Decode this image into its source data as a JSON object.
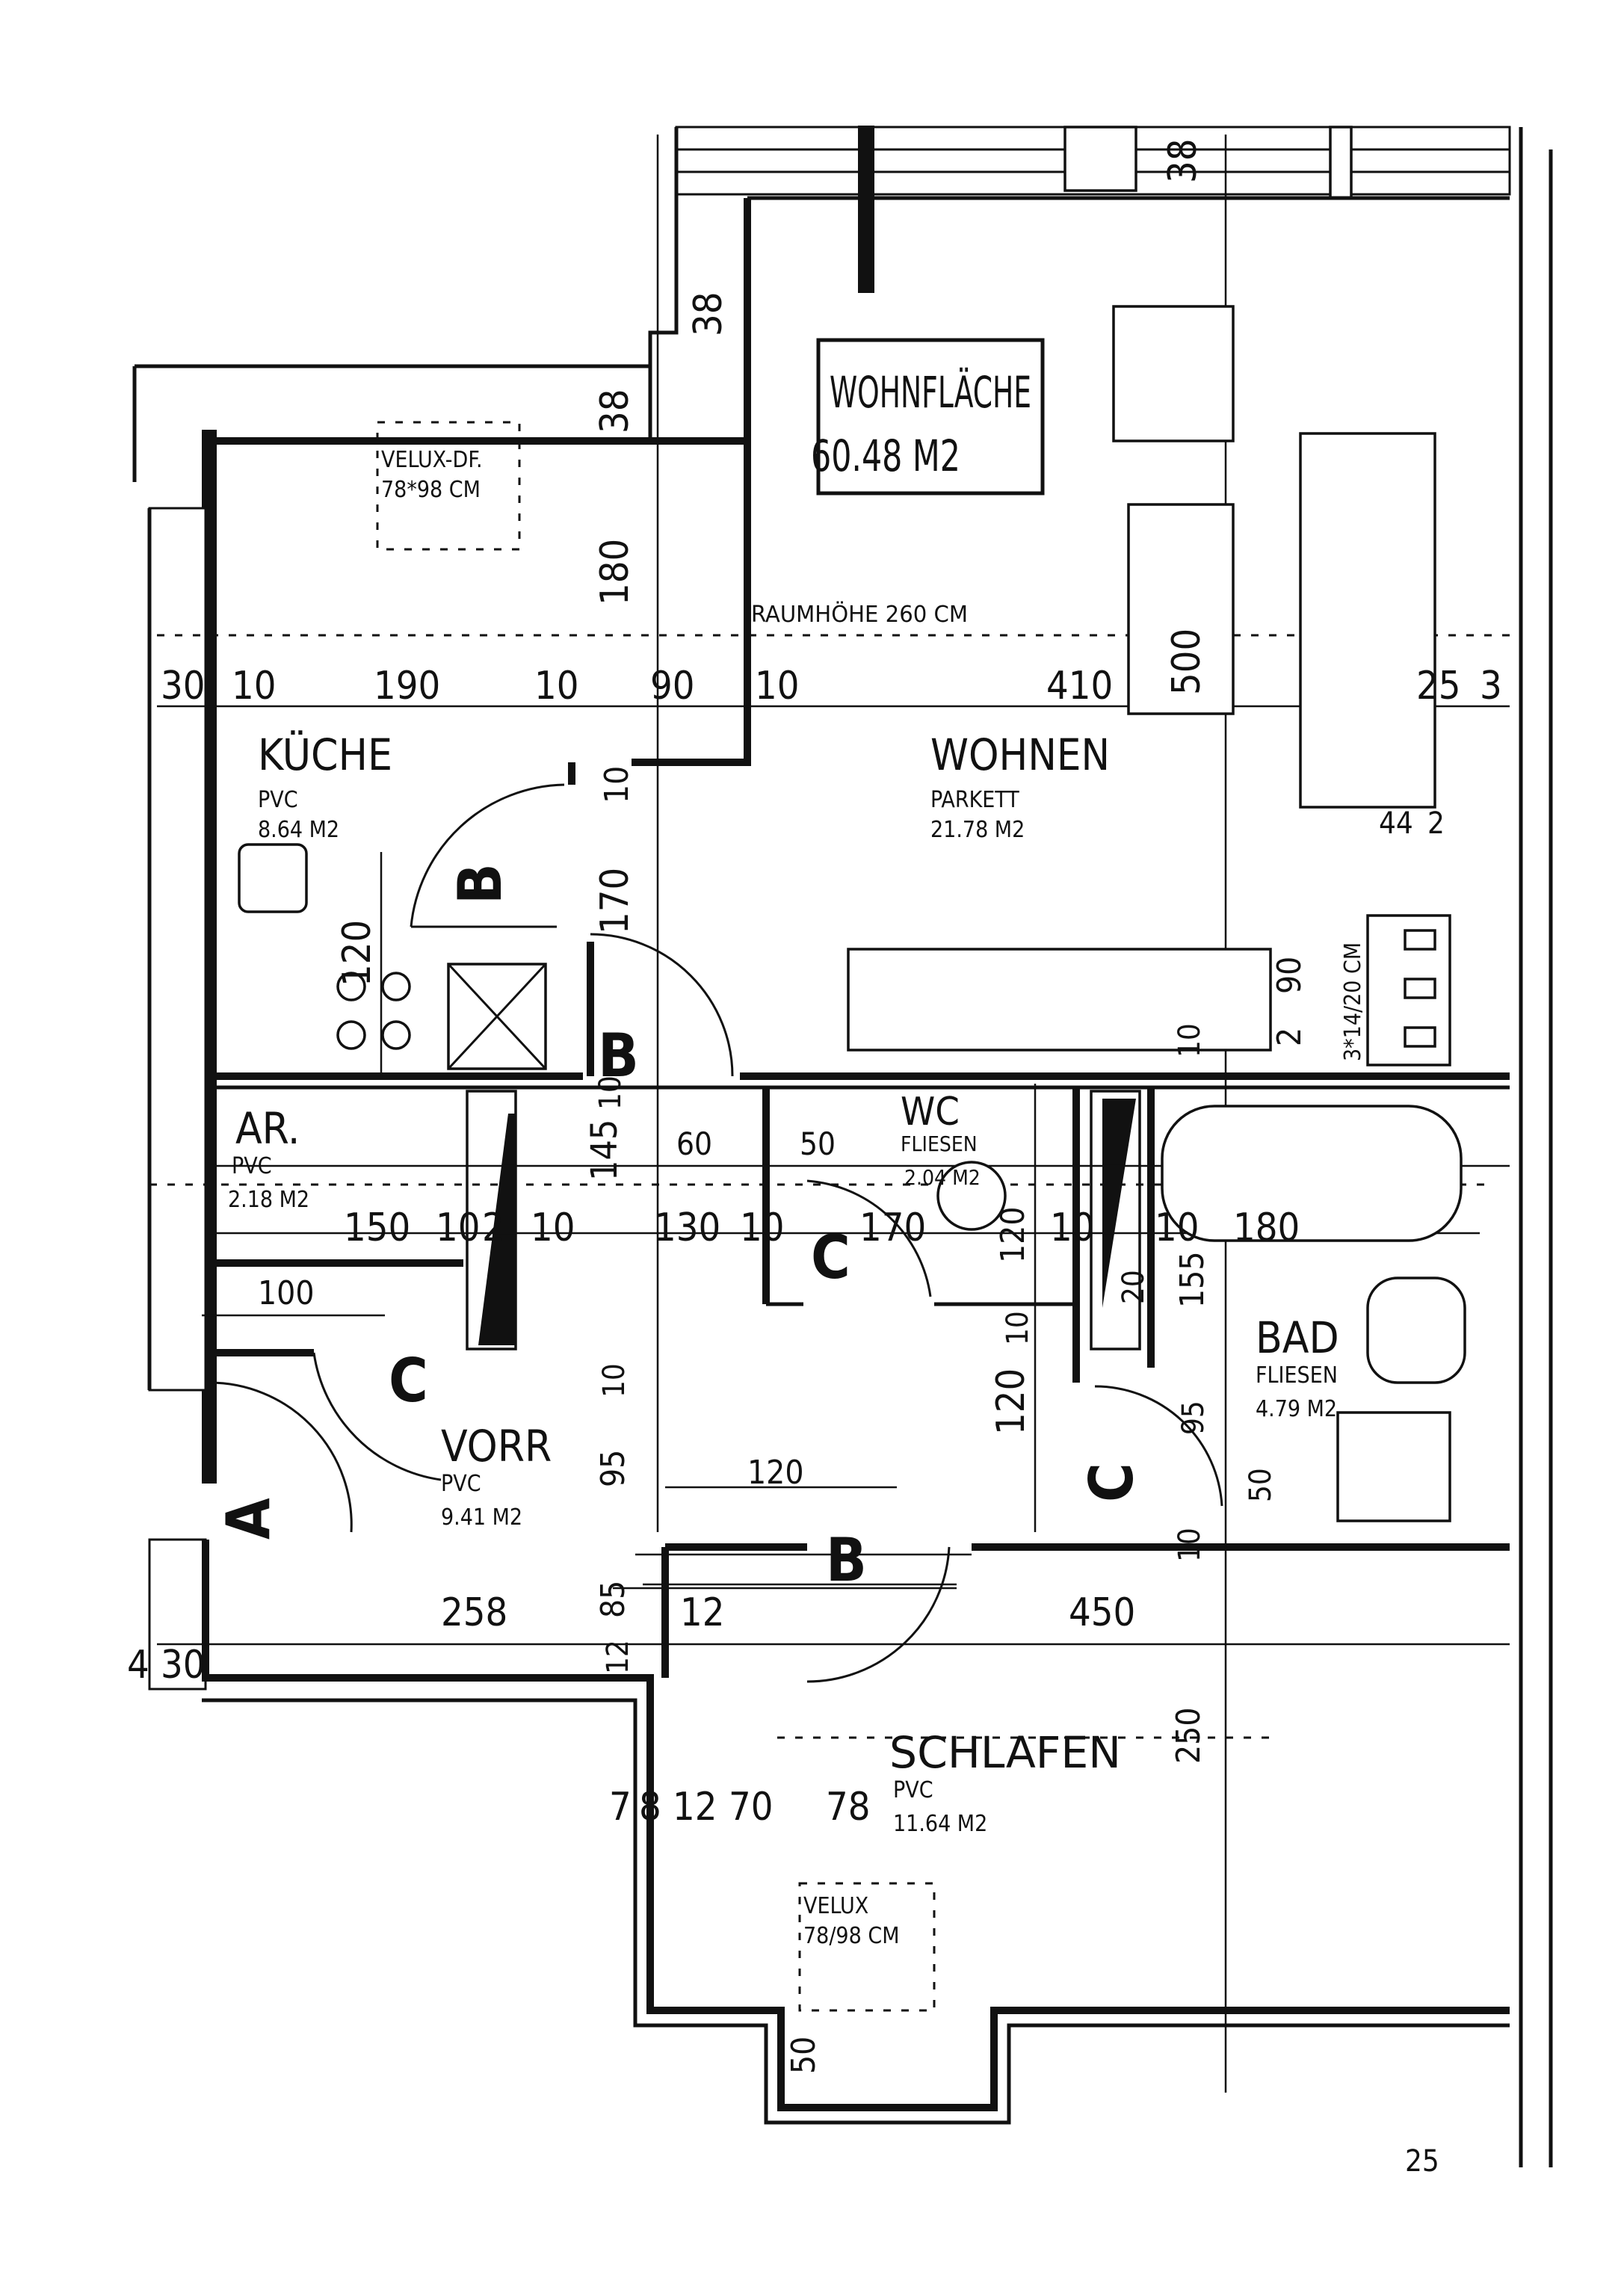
{
  "summary": {
    "area_label": "WOHNFLÄCHE",
    "area_value": "60.48 M2",
    "room_height": "RAUMHÖHE 260 CM"
  },
  "rooms": {
    "kueche": {
      "name": "KÜCHE",
      "floor": "PVC",
      "area": "8.64 M2"
    },
    "wohnen": {
      "name": "WOHNEN",
      "floor": "PARKETT",
      "area": "21.78 M2"
    },
    "ar": {
      "name": "AR.",
      "floor": "PVC",
      "area": "2.18 M2"
    },
    "wc": {
      "name": "WC",
      "floor": "FLIESEN",
      "area": "2.04 M2"
    },
    "bad": {
      "name": "BAD",
      "floor": "FLIESEN",
      "area": "4.79 M2"
    },
    "vorr": {
      "name": "VORR",
      "floor": "PVC",
      "area": "9.41 M2"
    },
    "schlafen": {
      "name": "SCHLAFEN",
      "floor": "PVC",
      "area": "11.64 M2"
    }
  },
  "windows": {
    "velux_kitchen": [
      "VELUX-DF.",
      "78*98 CM"
    ],
    "velux_bedroom": [
      "VELUX",
      "78/98 CM"
    ],
    "stove": "3*14/20 CM"
  },
  "section_markers": {
    "A": "A",
    "B": "B",
    "C": "C"
  },
  "dimensions": {
    "top_row": [
      "30",
      "10",
      "190",
      "10",
      "90",
      "10",
      "410",
      "25",
      "3"
    ],
    "mid_row": [
      "145",
      "60",
      "50",
      "150",
      "10",
      "2",
      "10",
      "130",
      "10",
      "170",
      "120",
      "10",
      "10",
      "180"
    ],
    "hall_row": [
      "258",
      "85",
      "12",
      "450"
    ],
    "bottom_row": [
      "7",
      "8",
      "12",
      "70",
      "78"
    ],
    "vertical": [
      "38",
      "38",
      "38",
      "180",
      "500",
      "10",
      "170",
      "120",
      "90",
      "2",
      "10",
      "10",
      "10",
      "20",
      "155",
      "95",
      "120",
      "10",
      "95",
      "50",
      "10",
      "250",
      "50",
      "12"
    ],
    "misc": [
      "100",
      "120",
      "44",
      "2",
      "30",
      "4",
      "25"
    ]
  }
}
